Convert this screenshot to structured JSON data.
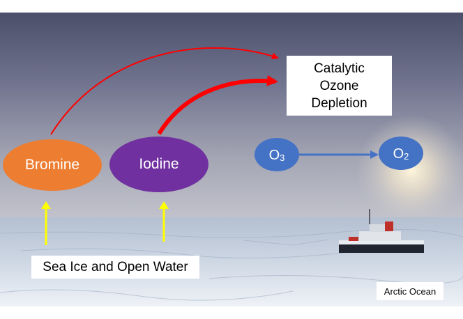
{
  "diagram": {
    "source_nodes": [
      {
        "id": "bromine",
        "label": "Bromine",
        "color": "#ed7d31"
      },
      {
        "id": "iodine",
        "label": "Iodine",
        "color": "#7030a0"
      }
    ],
    "target": {
      "lines": [
        "Catalytic",
        "Ozone",
        "Depletion"
      ]
    },
    "surface_label": "Sea Ice and Open Water",
    "location_label": "Arctic Ocean",
    "reaction": {
      "from": {
        "base": "O",
        "sub": "3"
      },
      "to": {
        "base": "O",
        "sub": "2"
      },
      "color": "#4472c4"
    },
    "arrow_colors": {
      "flux_to_depletion": "#ff0000",
      "surface_emission": "#ffff00"
    }
  }
}
